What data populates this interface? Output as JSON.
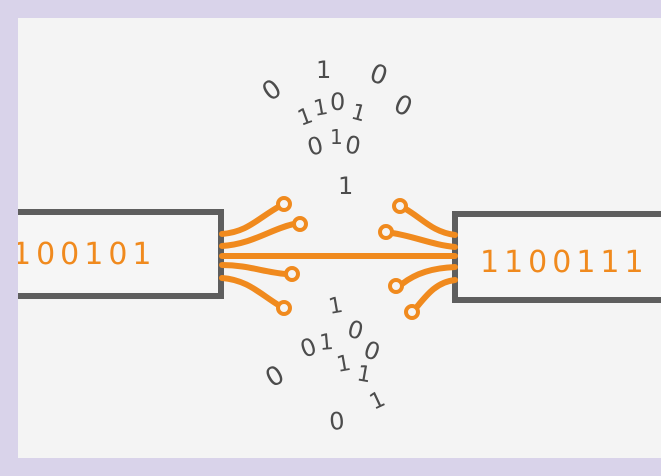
{
  "diagram": {
    "left_box_text": "100101",
    "right_box_text": "1100111",
    "colors": {
      "background_outer": "#d9d3ea",
      "panel": "#f4f4f4",
      "box_stroke": "#5e5e5e",
      "wire": "#f08a1e",
      "digits": "#4c4c4c"
    },
    "floating_digits_top": [
      "0",
      "1",
      "0",
      "1",
      "1",
      "0",
      "1",
      "0",
      "0",
      "1",
      "0",
      "1"
    ],
    "floating_digits_bottom": [
      "1",
      "0",
      "0",
      "1",
      "0",
      "1",
      "1",
      "0",
      "0",
      "1"
    ]
  }
}
